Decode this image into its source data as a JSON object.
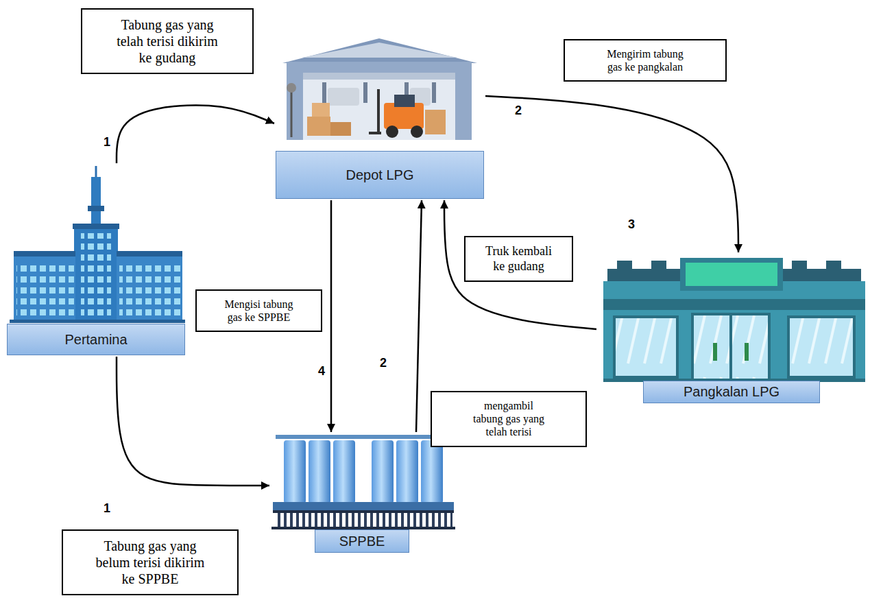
{
  "diagram": {
    "nodes": [
      {
        "text": [
          "Depot LPG"
        ]
      },
      {
        "text": [
          "Pertamina"
        ]
      },
      {
        "text": [
          "Pangkalan LPG"
        ]
      },
      {
        "text": [
          "SPPBE"
        ]
      }
    ],
    "edges": [
      {
        "from": 1,
        "to": 0,
        "arrow": "to",
        "label": "Tabung gas yang telah terisi dikirim ke gudang"
      },
      {
        "from": 0,
        "to": 2,
        "arrow": "to",
        "label": "Mengirim tabung gas ke pangkalan"
      },
      {
        "from": 2,
        "to": 0,
        "arrow": "to",
        "label": "Truk kembali ke gudang"
      },
      {
        "from": 0,
        "to": 3,
        "arrow": "to",
        "label": "Mengisi tabung gas ke SPPBE"
      },
      {
        "from": 3,
        "to": 0,
        "arrow": "to",
        "label": "mengambil tabung gas yang telah terisi"
      },
      {
        "from": 1,
        "to": 3,
        "arrow": "to",
        "label": "Tabung gas yang belum terisi dikirim ke SPPBE"
      }
    ],
    "labels": [
      "1",
      "2",
      "3",
      "4",
      "2",
      "1"
    ]
  }
}
